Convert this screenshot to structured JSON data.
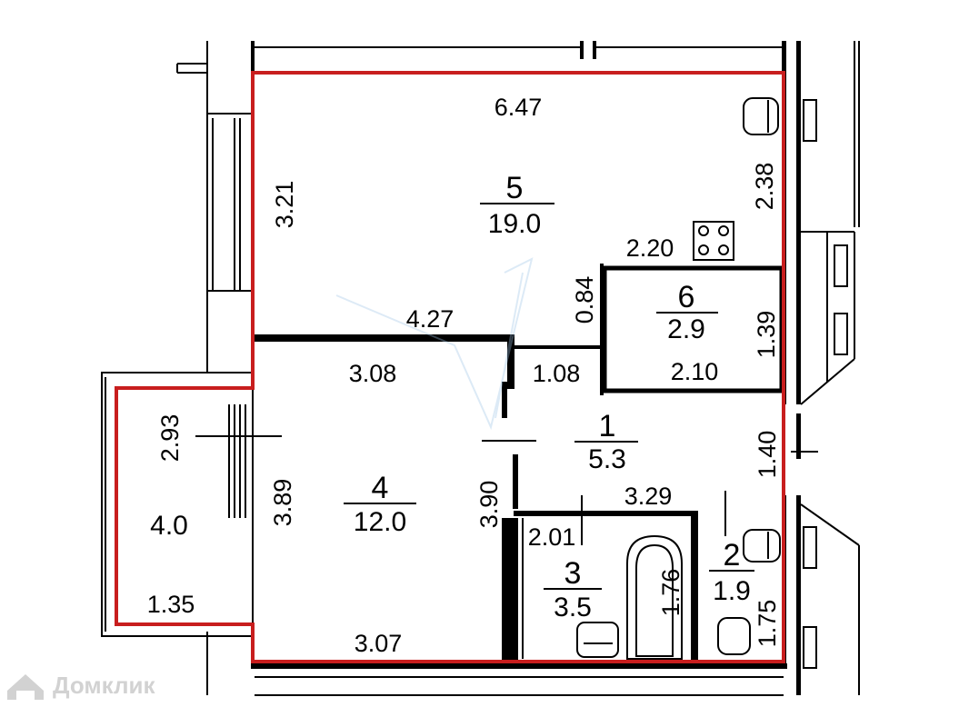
{
  "watermark": {
    "text": "Домклик",
    "icon": "house-logo-icon"
  },
  "rooms": [
    {
      "id": "5",
      "number": "5",
      "area": "19.0"
    },
    {
      "id": "6",
      "number": "6",
      "area": "2.9"
    },
    {
      "id": "1",
      "number": "1",
      "area": "5.3"
    },
    {
      "id": "4",
      "number": "4",
      "area": "12.0"
    },
    {
      "id": "3",
      "number": "3",
      "area": "3.5"
    },
    {
      "id": "2",
      "number": "2",
      "area": "1.9"
    },
    {
      "id": "balcony",
      "area": "4.0"
    }
  ],
  "dimensions": {
    "d_647": "6.47",
    "d_321": "3.21",
    "d_238": "2.38",
    "d_220": "2.20",
    "d_084": "0.84",
    "d_427": "4.27",
    "d_139": "1.39",
    "d_210": "2.10",
    "d_308": "3.08",
    "d_108": "1.08",
    "d_293": "2.93",
    "d_140": "1.40",
    "d_389": "3.89",
    "d_390": "3.90",
    "d_329": "3.29",
    "d_201": "2.01",
    "d_176": "1.76",
    "d_175": "1.75",
    "d_135": "1.35",
    "d_307": "3.07"
  },
  "colors": {
    "outline": "#c81e1e",
    "walls": "#000000",
    "watermark": "#d2d2d2"
  }
}
